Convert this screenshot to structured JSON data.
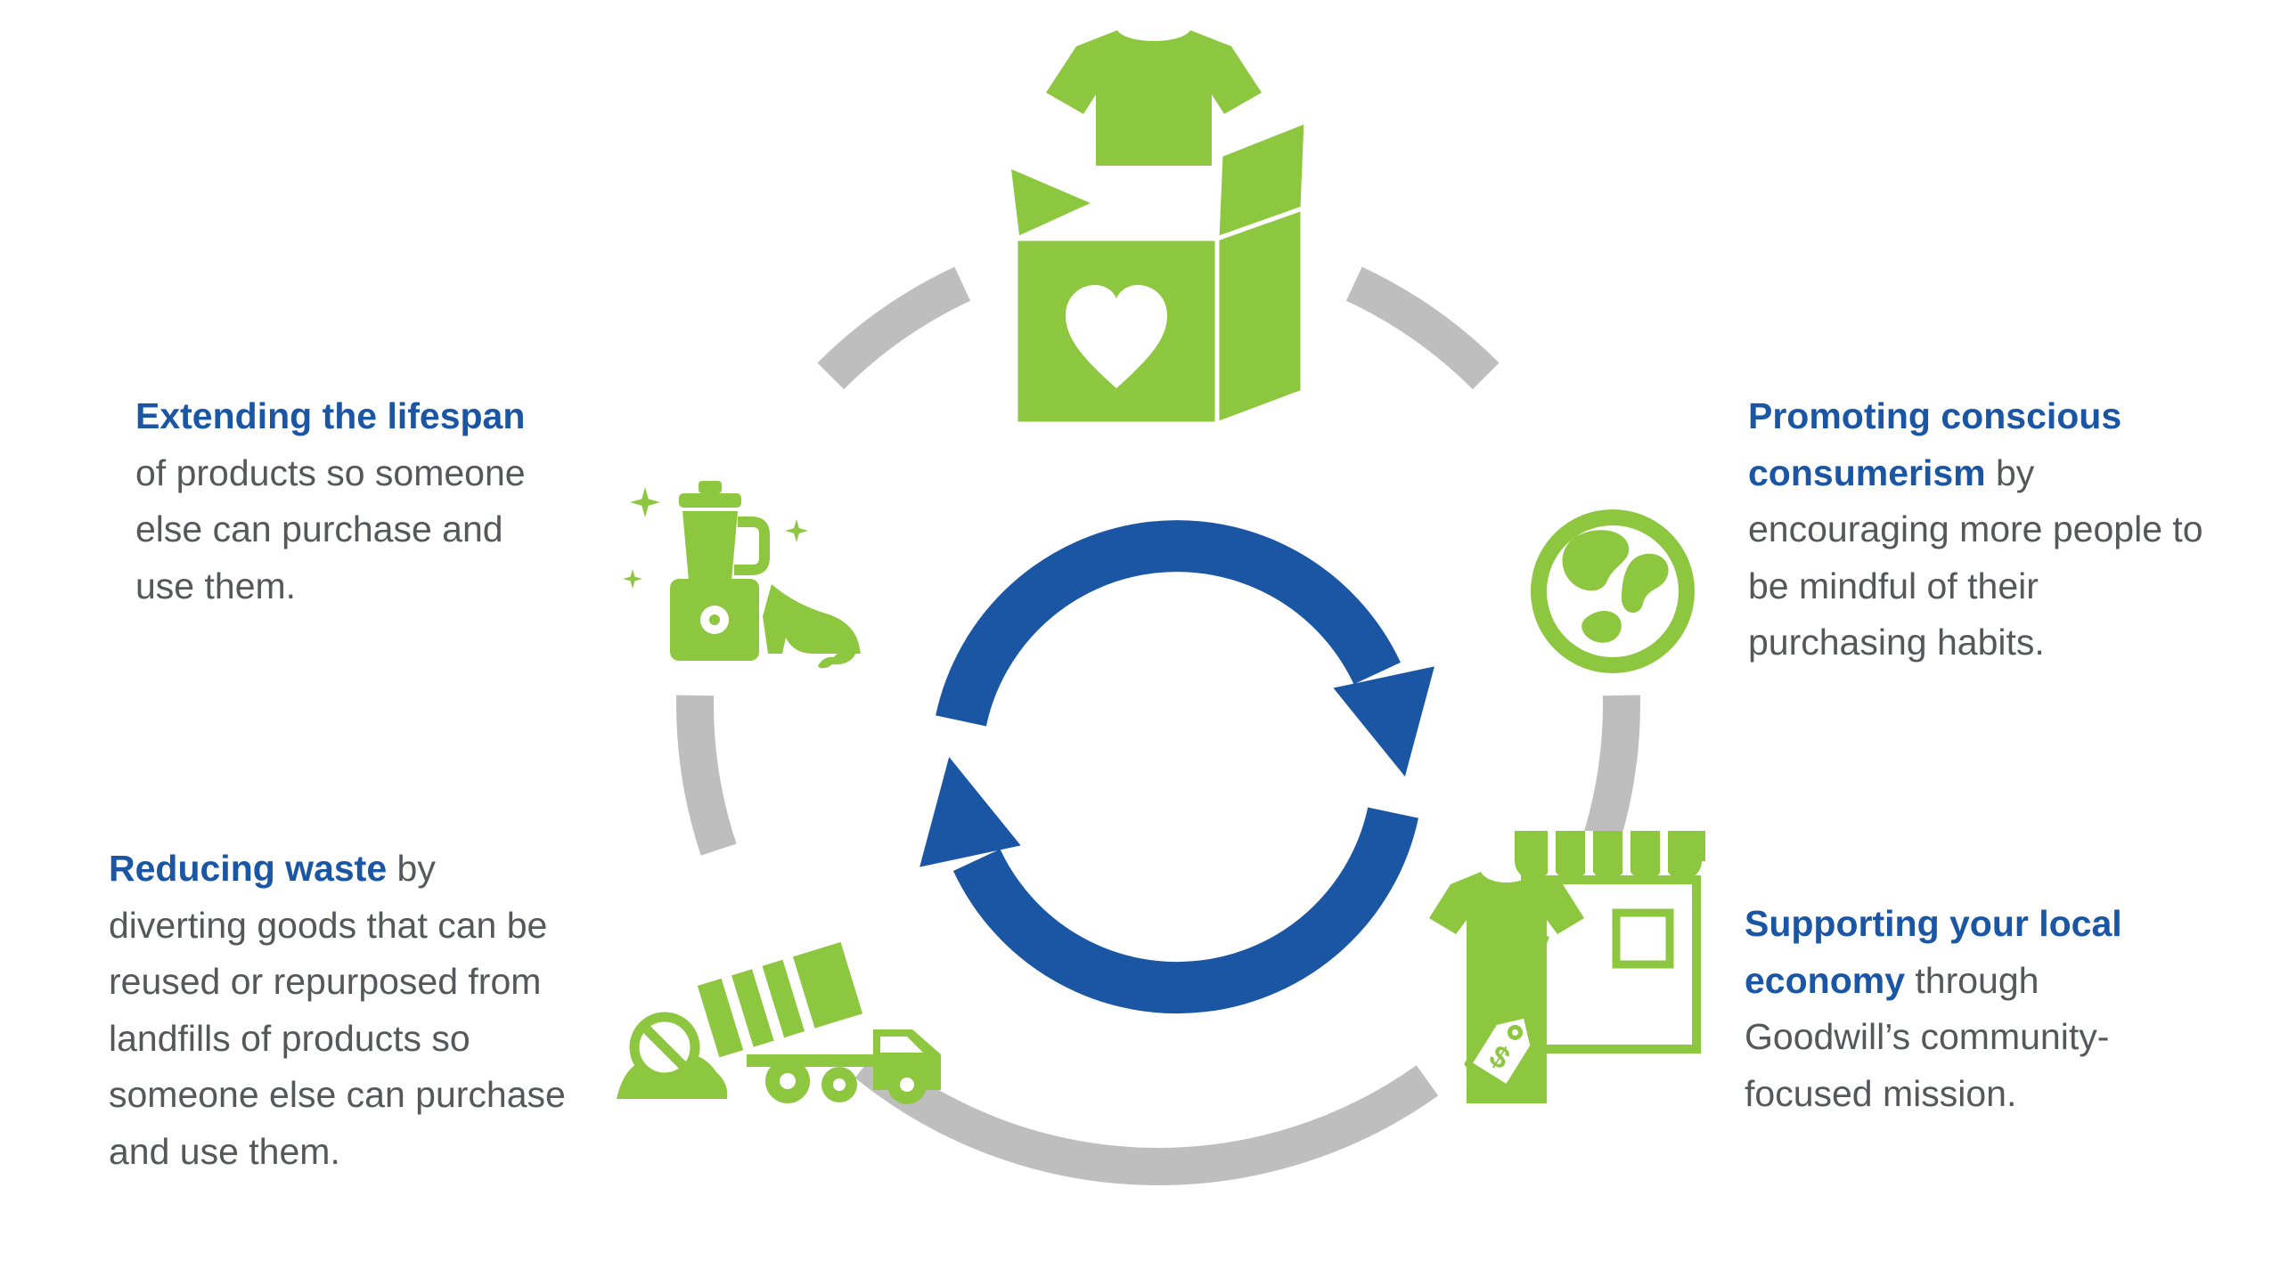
{
  "palette": {
    "green": "#8DC63F",
    "blue": "#1B56A4",
    "ring_gray": "#BEBEBE",
    "text_gray": "#55575B"
  },
  "callouts": {
    "extending": {
      "bold": "Extending the lifespan",
      "rest": " of products so someone else can purchase and use them."
    },
    "promoting": {
      "bold": "Promoting conscious consumerism",
      "rest": " by encouraging more people to be mindful of their purchasing habits."
    },
    "reducing": {
      "bold": "Reducing waste",
      "rest": " by diverting goods that can be reused or repurposed from landfills of products so someone else can purchase and use them."
    },
    "supporting": {
      "bold": "Supporting your local economy",
      "rest": " through Goodwill’s community-focused mission."
    }
  },
  "icons": {
    "center": "recycle-cycle-arrows",
    "top": "donation-box-with-heart-and-shirt",
    "left": "household-goods-blender-and-shoe",
    "right": "globe",
    "bottom_left": "dump-truck-no-landfill",
    "bottom_right": "shirt-price-tag-storefront",
    "price_tag_symbol": "$"
  }
}
